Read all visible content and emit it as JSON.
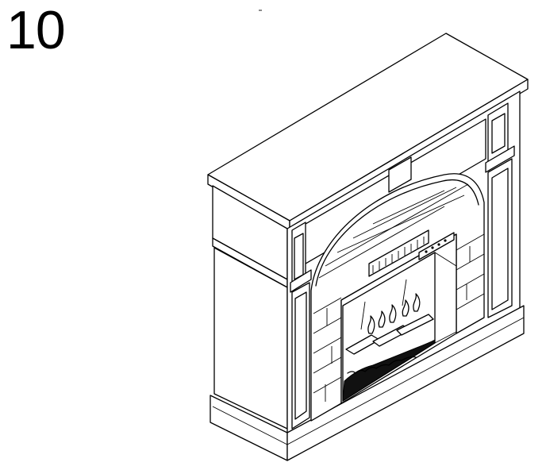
{
  "step": {
    "number": "10"
  },
  "figure": {
    "subject": "electric-fireplace-mantel",
    "style": "line-drawing"
  },
  "colors": {
    "ink": "#000000",
    "paper": "#ffffff"
  }
}
